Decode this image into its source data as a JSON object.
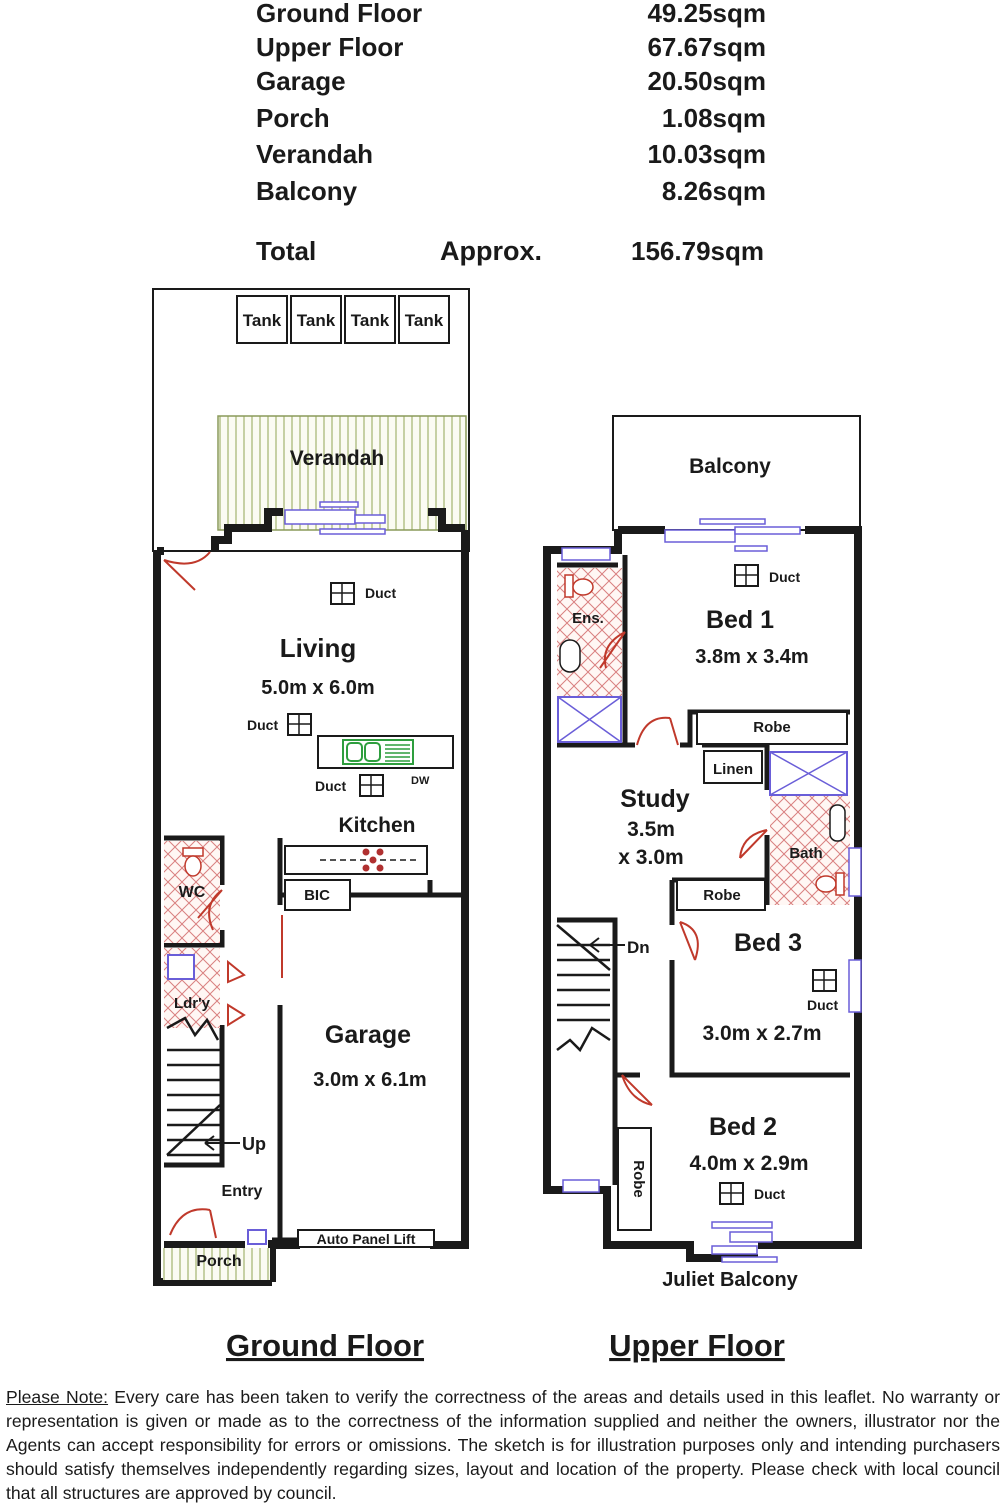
{
  "areas": [
    {
      "label": "Ground Floor",
      "value": "49.25sqm"
    },
    {
      "label": "Upper Floor",
      "value": "67.67sqm"
    },
    {
      "label": "Garage",
      "value": "20.50sqm"
    },
    {
      "label": "Porch",
      "value": "1.08sqm"
    },
    {
      "label": "Verandah",
      "value": "10.03sqm"
    },
    {
      "label": "Balcony",
      "value": "8.26sqm"
    }
  ],
  "total": {
    "label": "Total",
    "approx": "Approx.",
    "value": "156.79sqm"
  },
  "ground": {
    "title": "Ground Floor",
    "tank": "Tank",
    "verandah": "Verandah",
    "duct": "Duct",
    "living_name": "Living",
    "living_size": "5.0m x 6.0m",
    "dw": "DW",
    "kitchen": "Kitchen",
    "wc": "WC",
    "bic": "BIC",
    "laundry": "Ldr'y",
    "garage_name": "Garage",
    "garage_size": "3.0m x 6.1m",
    "up": "Up",
    "entry": "Entry",
    "porch": "Porch",
    "auto_panel": "Auto Panel Lift"
  },
  "upper": {
    "title": "Upper Floor",
    "balcony": "Balcony",
    "duct": "Duct",
    "ens": "Ens.",
    "bed1_name": "Bed 1",
    "bed1_size": "3.8m x 3.4m",
    "robe": "Robe",
    "linen": "Linen",
    "study_name": "Study",
    "study_size1": "3.5m",
    "study_size2": "x 3.0m",
    "bath": "Bath",
    "dn": "Dn",
    "bed3_name": "Bed 3",
    "bed3_size": "3.0m x 2.7m",
    "bed2_name": "Bed 2",
    "bed2_size": "4.0m x 2.9m",
    "juliet": "Juliet Balcony"
  },
  "note": {
    "heading": "Please Note:",
    "text": "Every care has been taken to verify the correctness of the areas and details used in this leaflet. No warranty or representation is given or made as to the correctness of the information supplied and neither the owners, illustrator nor the Agents can accept responsibility for errors or omissions. The sketch is for illustration purposes only and intending purchasers should satisfy themselves independently regarding sizes, layout and location of the property. Please check with local council that all structures are approved by council."
  },
  "colors": {
    "wall": "#1a1a1a",
    "window": "#6a5ed8",
    "door": "#c0392b",
    "tile": "#d98080",
    "deck": "#a9b87a",
    "sink": "#2e9e3e"
  }
}
